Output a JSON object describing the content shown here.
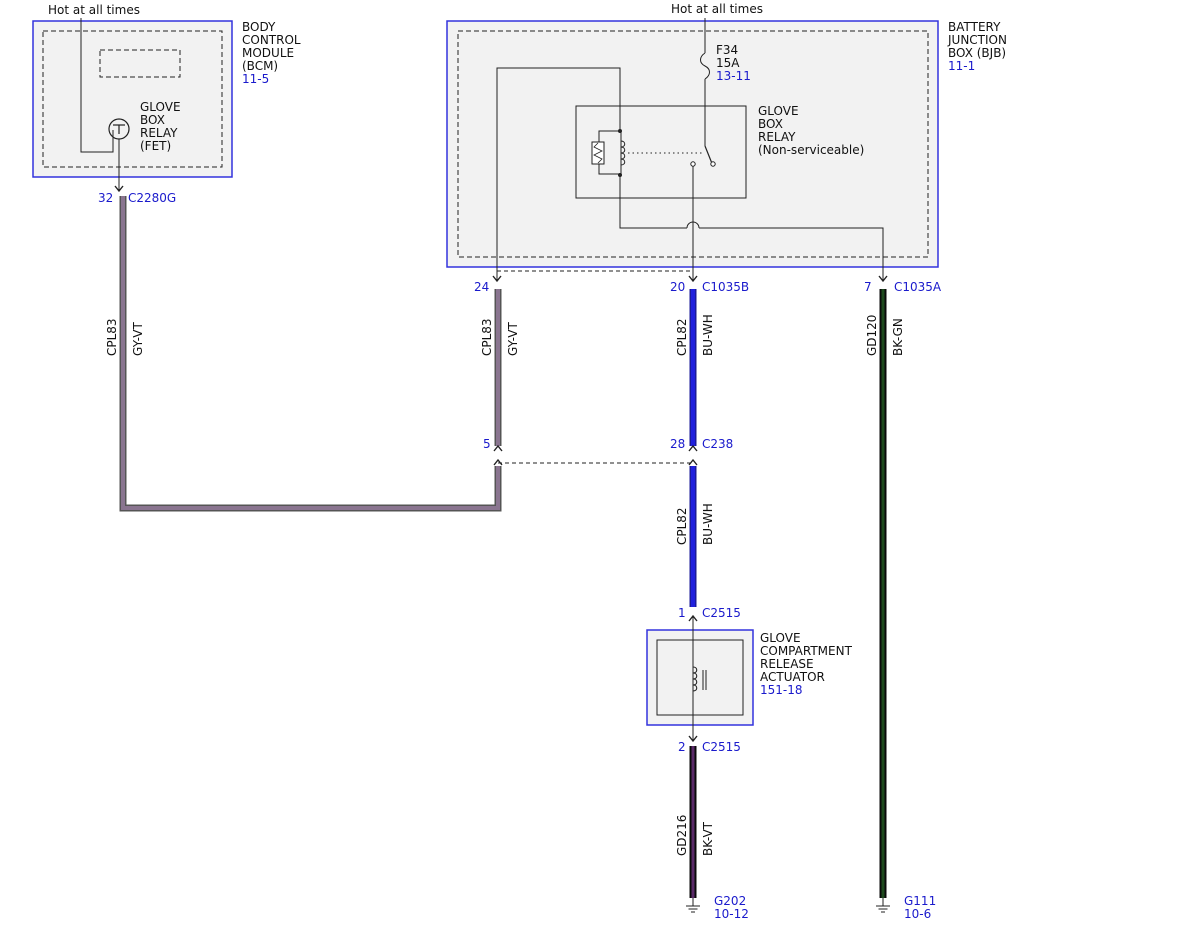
{
  "colors": {
    "module_border": "#3333dd",
    "module_fill": "#f2f2f2",
    "ref_text": "#1a1acc",
    "wire_gy_vt": "#8a7590",
    "wire_bu_wh": "#2020dd",
    "wire_bk_gn": "#123312",
    "wire_bk_vt": "#2a1530"
  },
  "bcm": {
    "supply_label": "Hot at all times",
    "title_lines": [
      "BODY",
      "CONTROL",
      "MODULE",
      "(BCM)"
    ],
    "ref": "11-5",
    "relay_lines": [
      "GLOVE",
      "BOX",
      "RELAY",
      "(FET)"
    ],
    "pin": "32",
    "connector": "C2280G"
  },
  "bjb": {
    "supply_label": "Hot at all times",
    "title_lines": [
      "BATTERY",
      "JUNCTION",
      "BOX (BJB)"
    ],
    "ref": "11-1",
    "fuse_name": "F34",
    "fuse_rating": "15A",
    "fuse_ref": "13-11",
    "relay_lines": [
      "GLOVE",
      "BOX",
      "RELAY",
      "(Non-serviceable)"
    ],
    "pins": {
      "left_pin": "24",
      "mid_pin": "20",
      "mid_connector": "C1035B",
      "right_pin": "7",
      "right_connector": "C1035A"
    }
  },
  "wires": {
    "bcm_wire": {
      "circuit": "CPL83",
      "color": "GY-VT"
    },
    "bjb_left_wire": {
      "circuit": "CPL83",
      "color": "GY-VT"
    },
    "bjb_mid_wire": {
      "circuit": "CPL82",
      "color": "BU-WH"
    },
    "ground_wire": {
      "circuit": "GD120",
      "color": "BK-GN"
    },
    "inline_lower_wire": {
      "circuit": "CPL82",
      "color": "BU-WH"
    },
    "actuator_ground_wire": {
      "circuit": "GD216",
      "color": "BK-VT"
    }
  },
  "inline_connector": {
    "left_pin": "5",
    "right_pin": "28",
    "name": "C238"
  },
  "actuator": {
    "title_lines": [
      "GLOVE",
      "COMPARTMENT",
      "RELEASE",
      "ACTUATOR"
    ],
    "ref": "151-18",
    "top_pin": "1",
    "top_connector": "C2515",
    "bottom_pin": "2",
    "bottom_connector": "C2515"
  },
  "grounds": {
    "actuator": {
      "name": "G202",
      "ref": "10-12"
    },
    "bjb": {
      "name": "G111",
      "ref": "10-6"
    }
  }
}
